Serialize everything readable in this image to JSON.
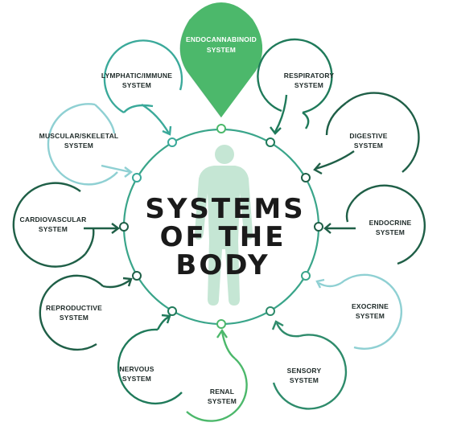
{
  "title": {
    "line1": "SYSTEMS",
    "line2": "OF THE",
    "line3": "BODY"
  },
  "colors": {
    "central_green": "#4cb86b",
    "dark_green": "#1f5f47",
    "mid_green": "#2e8b6b",
    "teal": "#3aa99a",
    "light_teal": "#8fd0d3",
    "figure": "#c5e6d4",
    "text": "#1e2a28"
  },
  "highlight_system": {
    "line1": "ENDOCANNABINOID",
    "line2": "SYSTEM"
  },
  "systems": [
    {
      "key": "respiratory",
      "line1": "RESPIRATORY",
      "line2": "SYSTEM"
    },
    {
      "key": "digestive",
      "line1": "DIGESTIVE",
      "line2": "SYSTEM"
    },
    {
      "key": "endocrine",
      "line1": "ENDOCRINE",
      "line2": "SYSTEM"
    },
    {
      "key": "exocrine",
      "line1": "EXOCRINE",
      "line2": "SYSTEM"
    },
    {
      "key": "sensory",
      "line1": "SENSORY",
      "line2": "SYSTEM"
    },
    {
      "key": "renal",
      "line1": "RENAL",
      "line2": "SYSTEM"
    },
    {
      "key": "nervous",
      "line1": "NERVOUS",
      "line2": "SYSTEM"
    },
    {
      "key": "reproductive",
      "line1": "REPRODUCTIVE",
      "line2": "SYSTEM"
    },
    {
      "key": "cardiovascular",
      "line1": "CARDIOVASCULAR",
      "line2": "SYSTEM"
    },
    {
      "key": "muscular-skeletal",
      "line1": "MUSCULAR/SKELETAL",
      "line2": "SYSTEM"
    },
    {
      "key": "lymphatic-immune",
      "line1": "LYMPHATIC/IMMUNE",
      "line2": "SYSTEM"
    }
  ]
}
